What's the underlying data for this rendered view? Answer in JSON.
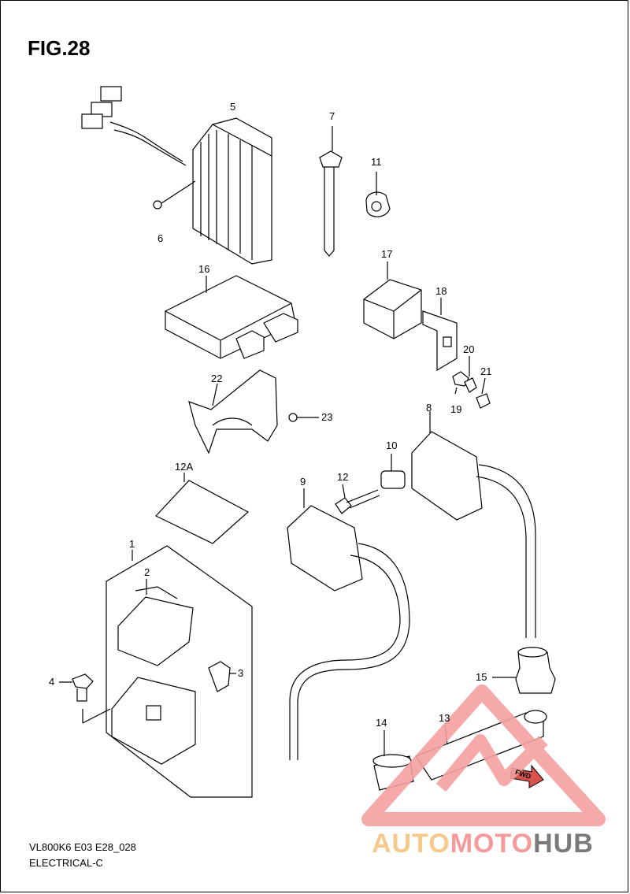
{
  "figure": {
    "title": "FIG.28",
    "model_code": "VL800K6 E03 E28_028",
    "category": "ELECTRICAL-C"
  },
  "callouts": {
    "c1": "1",
    "c2": "2",
    "c3": "3",
    "c4": "4",
    "c5": "5",
    "c6": "6",
    "c7": "7",
    "c8": "8",
    "c9": "9",
    "c10": "10",
    "c11": "11",
    "c12": "12",
    "c12a": "12A",
    "c13": "13",
    "c14": "14",
    "c15": "15",
    "c16": "16",
    "c17": "17",
    "c18": "18",
    "c19": "19",
    "c20": "20",
    "c21": "21",
    "c22": "22",
    "c23": "23"
  },
  "watermark": {
    "part1": "AUTO",
    "part2": "MOTO",
    "part3": "HUB",
    "colors": {
      "triangle": "#f4a0a0",
      "auto": "#f6c88a",
      "moto": "#f49a9a",
      "hub": "#7a7a7a"
    }
  },
  "fwd_label": "FWD"
}
